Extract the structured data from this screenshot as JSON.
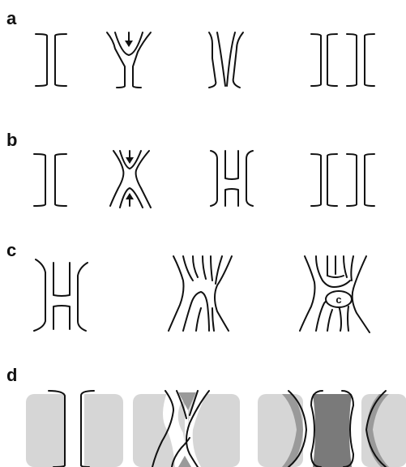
{
  "panels": {
    "a": {
      "label": "a"
    },
    "b": {
      "label": "b"
    },
    "c": {
      "label": "c",
      "inner_label": "c"
    },
    "d": {
      "label": "d"
    }
  },
  "colors": {
    "stroke": "#111111",
    "light_gray": "#d6d6d6",
    "mid_gray": "#9a9a9a",
    "dark_gray": "#7a7a7a"
  },
  "icons": [
    "down-arrow-icon",
    "up-arrow-icon"
  ]
}
